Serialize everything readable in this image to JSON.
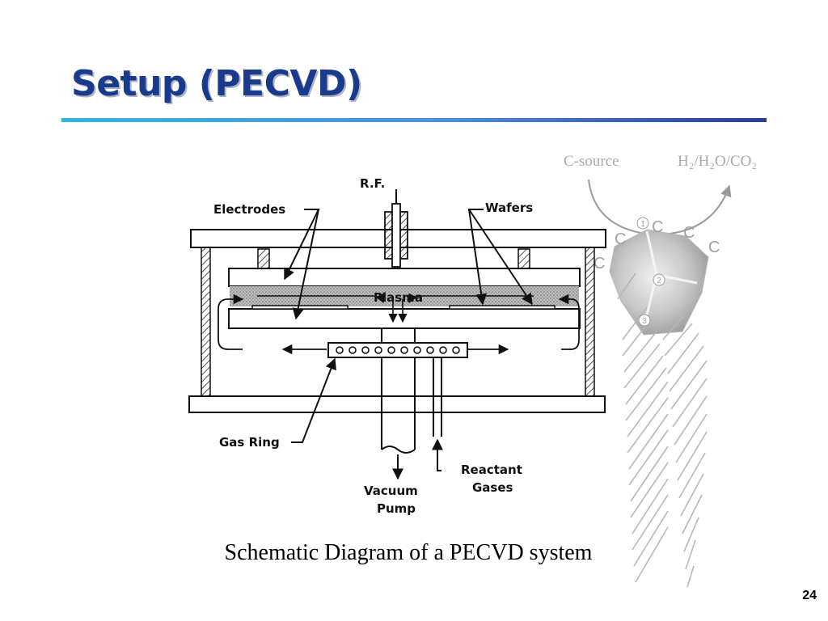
{
  "slide": {
    "title": "Setup (PECVD)",
    "page_number": "24",
    "caption": "Schematic Diagram of a PECVD system"
  },
  "diagram": {
    "labels": {
      "rf": "R.F.",
      "electrodes": "Electrodes",
      "wafers": "Wafers",
      "plasma": "Plasma",
      "gas_ring": "Gas Ring",
      "vacuum": "Vacuum",
      "pump": "Pump",
      "reactant": "Reactant",
      "gases": "Gases"
    }
  },
  "background_graphic": {
    "c_source": "C-source",
    "products": "H₂/H₂O/CO₂",
    "carbon_symbol": "C",
    "step_labels": [
      "1",
      "2",
      "3"
    ]
  }
}
